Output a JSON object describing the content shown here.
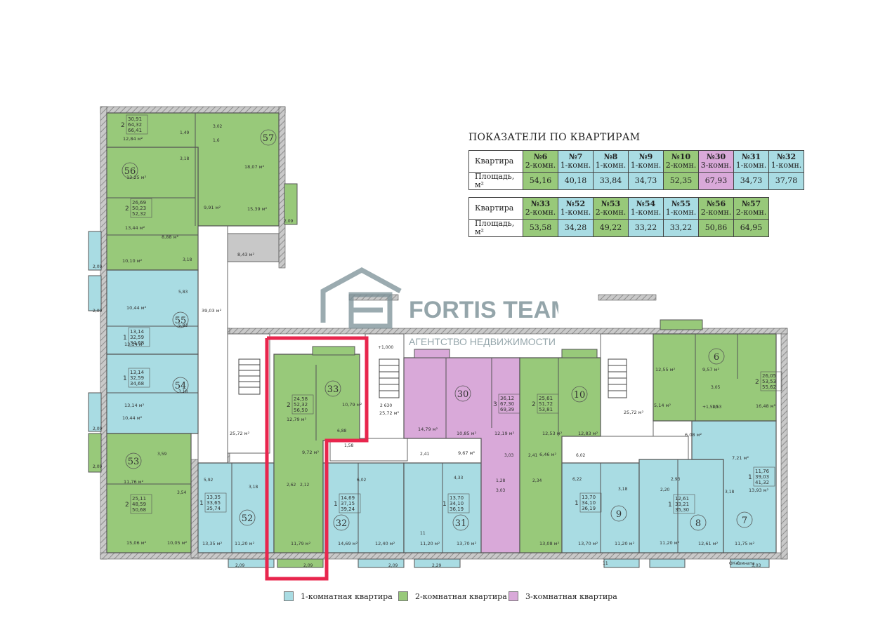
{
  "title": "ПОКАЗАТЕЛИ ПО КВАРТИРАМ",
  "colors": {
    "one_room": "#a9dce3",
    "two_room": "#98c97a",
    "three_room": "#d9a9d9",
    "highlight": "#e8264d",
    "wall": "#8a8a8a"
  },
  "tables": [
    {
      "row1_label": "Квартира",
      "row2_label": "Площадь, м²",
      "cells": [
        {
          "num": "№6",
          "type": "2-комн.",
          "area": "54,16",
          "rooms": 2
        },
        {
          "num": "№7",
          "type": "1-комн.",
          "area": "40,18",
          "rooms": 1
        },
        {
          "num": "№8",
          "type": "1-комн.",
          "area": "33,84",
          "rooms": 1
        },
        {
          "num": "№9",
          "type": "1-комн.",
          "area": "34,73",
          "rooms": 1
        },
        {
          "num": "№10",
          "type": "2-комн.",
          "area": "52,35",
          "rooms": 2
        },
        {
          "num": "№30",
          "type": "3-комн.",
          "area": "67,93",
          "rooms": 3
        },
        {
          "num": "№31",
          "type": "1-комн.",
          "area": "34,73",
          "rooms": 1
        },
        {
          "num": "№32",
          "type": "1-комн.",
          "area": "37,78",
          "rooms": 1
        }
      ]
    },
    {
      "row1_label": "Квартира",
      "row2_label": "Площадь, м²",
      "cells": [
        {
          "num": "№33",
          "type": "2-комн.",
          "area": "53,58",
          "rooms": 2
        },
        {
          "num": "№52",
          "type": "1-комн.",
          "area": "34,28",
          "rooms": 1
        },
        {
          "num": "№53",
          "type": "2-комн.",
          "area": "49,22",
          "rooms": 2
        },
        {
          "num": "№54",
          "type": "1-комн.",
          "area": "33,22",
          "rooms": 1
        },
        {
          "num": "№55",
          "type": "1-комн.",
          "area": "33,22",
          "rooms": 1
        },
        {
          "num": "№56",
          "type": "2-комн.",
          "area": "50,86",
          "rooms": 2
        },
        {
          "num": "№57",
          "type": "2-комн.",
          "area": "64,95",
          "rooms": 2
        }
      ]
    }
  ],
  "legend": [
    {
      "label": "1-комнатная квартира",
      "rooms": 1
    },
    {
      "label": "2-комнатная квартира",
      "rooms": 2
    },
    {
      "label": "3-комнатная квартира",
      "rooms": 3
    }
  ],
  "watermark": {
    "brand": "FORTIS TEAM",
    "tagline": "АГЕНТСТВО НЕДВИЖИМОСТИ"
  },
  "apartments": [
    {
      "num": "57",
      "rooms": 2
    },
    {
      "num": "56",
      "rooms": 2
    },
    {
      "num": "55",
      "rooms": 1
    },
    {
      "num": "54",
      "rooms": 1
    },
    {
      "num": "53",
      "rooms": 2
    },
    {
      "num": "52",
      "rooms": 1
    },
    {
      "num": "33",
      "rooms": 2
    },
    {
      "num": "32",
      "rooms": 1
    },
    {
      "num": "31",
      "rooms": 1
    },
    {
      "num": "30",
      "rooms": 3
    },
    {
      "num": "10",
      "rooms": 2
    },
    {
      "num": "9",
      "rooms": 1
    },
    {
      "num": "8",
      "rooms": 1
    },
    {
      "num": "7",
      "rooms": 1
    },
    {
      "num": "6",
      "rooms": 2
    }
  ],
  "apt_specs": [
    {
      "rooms": "2",
      "a": "30,91",
      "b": "64,32",
      "c": "66,41"
    },
    {
      "rooms": "2",
      "a": "26,69",
      "b": "50,23",
      "c": "52,32"
    },
    {
      "rooms": "1",
      "a": "13,14",
      "b": "32,59",
      "c": "34,68"
    },
    {
      "rooms": "1",
      "a": "13,14",
      "b": "32,59",
      "c": "34,68"
    },
    {
      "rooms": "2",
      "a": "25,11",
      "b": "48,59",
      "c": "50,68"
    },
    {
      "rooms": "1",
      "a": "13,35",
      "b": "33,65",
      "c": "35,74"
    },
    {
      "rooms": "2",
      "a": "24,58",
      "b": "52,32",
      "c": "56,50"
    },
    {
      "rooms": "1",
      "a": "14,69",
      "b": "37,15",
      "c": "39,24"
    },
    {
      "rooms": "1",
      "a": "13,70",
      "b": "34,10",
      "c": "36,19"
    },
    {
      "rooms": "3",
      "a": "36,12",
      "b": "67,30",
      "c": "69,39"
    },
    {
      "rooms": "2",
      "a": "25,61",
      "b": "51,72",
      "c": "53,81"
    },
    {
      "rooms": "1",
      "a": "13,70",
      "b": "34,10",
      "c": "36,19"
    },
    {
      "rooms": "1",
      "a": "12,61",
      "b": "33,21",
      "c": "35,30"
    },
    {
      "rooms": "1",
      "a": "11,76",
      "b": "39,03",
      "c": "41,32"
    },
    {
      "rooms": "2",
      "a": "26,05",
      "b": "53,53",
      "c": "55,62"
    }
  ],
  "room_areas": [
    "12,84 м²",
    "18,07 м²",
    "13,25 м²",
    "9,91 м²",
    "15,39 м²",
    "13,44 м²",
    "8,88 м²",
    "8,43 м²",
    "10,10 м²",
    "10,44 м²",
    "39,03 м²",
    "13,14 м²",
    "13,14 м²",
    "10,44 м²",
    "25,72 м²",
    "11,76 м²",
    "15,06 м²",
    "10,05 м²",
    "13,35 м²",
    "11,20 м²",
    "12,79 м²",
    "10,79 м²",
    "9,72 м²",
    "11,79 м²",
    "14,69 м²",
    "12,40 м²",
    "11,20 м²",
    "13,70 м²",
    "14,79 м²",
    "10,85 м²",
    "12,19 м²",
    "9,67 м²",
    "25,72 м²",
    "12,53 м²",
    "12,83 м²",
    "13,08 м²",
    "6,46 м²",
    "13,70 м²",
    "11,20 м²",
    "25,72 м²",
    "12,55 м²",
    "9,57 м²",
    "16,48 м²",
    "5,14 м²",
    "6,08 м²",
    "11,20 м²",
    "12,61 м²",
    "7,21 м²",
    "13,93 м²",
    "11,75 м²"
  ],
  "small_labels": [
    "1,49",
    "3,02",
    "1,6",
    "2,09",
    "3,18",
    "3,18",
    "5,83",
    "5,83",
    "3,18",
    "3,59",
    "3,54",
    "5,92",
    "3,18",
    "2,09",
    "2,09",
    "2,09",
    "2,09",
    "2,09",
    "2,09",
    "2,09",
    "2,29",
    "3,03",
    "2,62",
    "2,12",
    "1,58",
    "6,88",
    "6,02",
    "4,33",
    "2,41",
    "1,28",
    "3,03",
    "3,03",
    "2,41",
    "2,34",
    "6,02",
    "6,22",
    "2,93",
    "3,18",
    "3,18",
    "2,20",
    "3,05",
    "1,53",
    "+1,500",
    "+1,000",
    "2 630",
    "11",
    "11",
    "ОК-6",
    "комната"
  ]
}
